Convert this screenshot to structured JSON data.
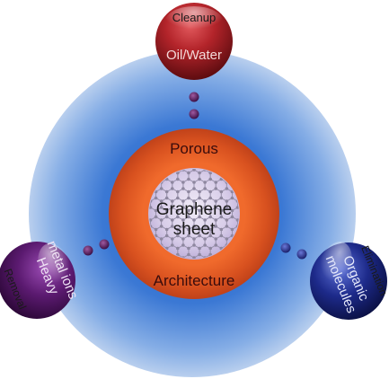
{
  "center": {
    "label_line1": "Graphene",
    "label_line2": "sheet"
  },
  "ring": {
    "top_label": "Porous",
    "bottom_label": "Architecture"
  },
  "satellites": {
    "top": {
      "label_top": "Cleanup",
      "label_bottom": "Oil/Water"
    },
    "left": {
      "label_outer": "Removal",
      "label_line1": "Heavy",
      "label_line2": "metal ions"
    },
    "right": {
      "label_outer": "Elimination",
      "label_line1": "Organic",
      "label_line2": "molecules"
    }
  },
  "colors": {
    "outer_disc": "#4f86d6",
    "ring": "#e05a25",
    "center": "#d9d2ea",
    "satellite_top": "#a81c22",
    "satellite_left": "#5a1a6e",
    "satellite_right": "#1d2a8a",
    "connector": "#6a2a6a"
  }
}
